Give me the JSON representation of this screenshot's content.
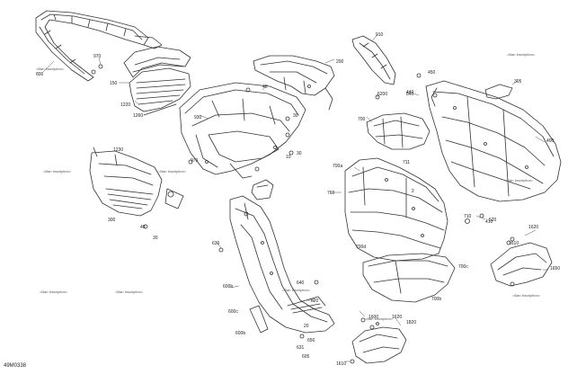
{
  "diagram": {
    "code": "49M0338",
    "watermark": "=Ban Inscription=",
    "callouts": [
      "800",
      "970",
      "150",
      "1220",
      "1260",
      "930",
      "970",
      "45",
      "30",
      "10",
      "30",
      "1230",
      "40",
      "30",
      "300",
      "200",
      "910",
      "5200",
      "840",
      "700",
      "711",
      "700a",
      "760",
      "630",
      "600b",
      "820",
      "640",
      "600c",
      "600b",
      "631",
      "650",
      "20",
      "605",
      "2",
      "700c",
      "700b",
      "700d",
      "710",
      "520",
      "410",
      "400",
      "450",
      "440",
      "305",
      "1620",
      "1610",
      "1650",
      "1820",
      "1620",
      "1600",
      "1610"
    ]
  }
}
